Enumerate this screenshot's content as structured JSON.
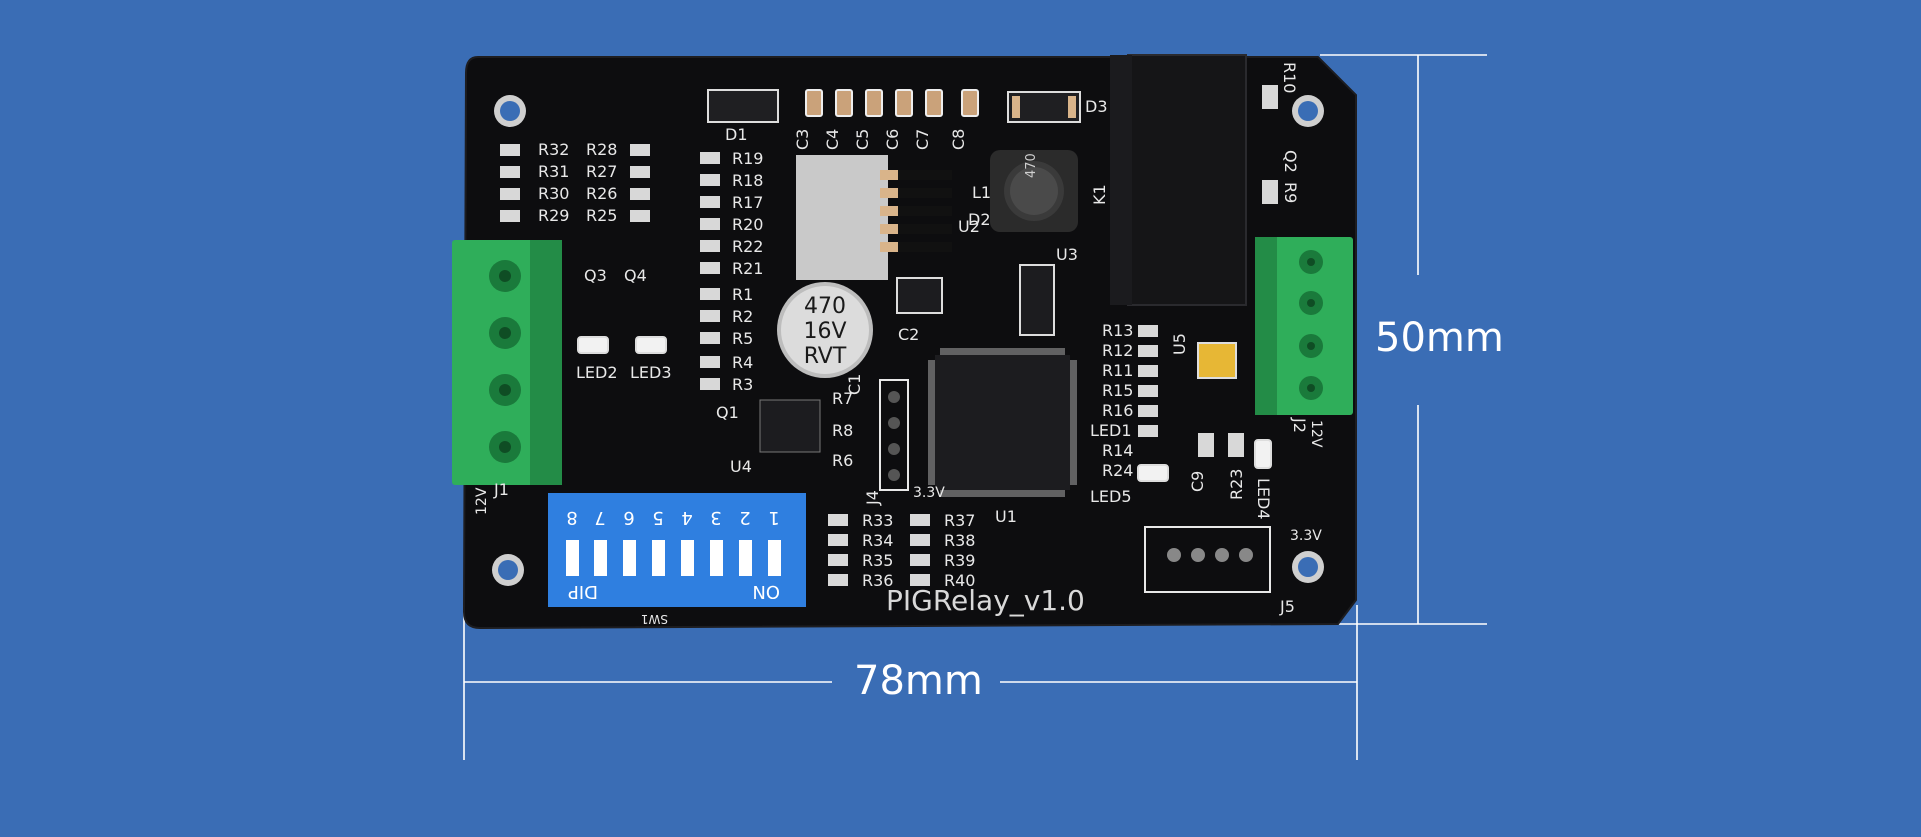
{
  "background_color": "#3a6db5",
  "dimensions": {
    "width_label": "78mm",
    "height_label": "50mm"
  },
  "board": {
    "name": "PIGRelay_v1.0",
    "color": "#0d0d0f",
    "silkscreen_color": "#e8e8e8",
    "connector_color": "#2fae5a",
    "dip_switch_color": "#2f7fe0",
    "labels": {
      "d1": "D1",
      "d2": "D2",
      "d3": "D3",
      "c3": "C3",
      "c4": "C4",
      "c5": "C5",
      "c6": "C6",
      "c7": "C7",
      "c8": "C8",
      "c1": "C1",
      "c2": "C2",
      "c9": "C9",
      "l1": "L1",
      "inductor_value": "470",
      "u1": "U1",
      "u2": "U2",
      "u3": "U3",
      "u4": "U4",
      "u5": "U5",
      "k1": "K1",
      "q1": "Q1",
      "q2": "Q2",
      "q3": "Q3",
      "q4": "Q4",
      "r9": "R9",
      "r10": "R10",
      "r32": "R32",
      "r28": "R28",
      "r31": "R31",
      "r27": "R27",
      "r30": "R30",
      "r26": "R26",
      "r29": "R29",
      "r25": "R25",
      "r19": "R19",
      "r18": "R18",
      "r17": "R17",
      "r20": "R20",
      "r22": "R22",
      "r21": "R21",
      "r1": "R1",
      "r2": "R2",
      "r5": "R5",
      "r4": "R4",
      "r3": "R3",
      "r7": "R7",
      "r8": "R8",
      "r6": "R6",
      "r13": "R13",
      "r12": "R12",
      "r11": "R11",
      "r15": "R15",
      "r16": "R16",
      "r14": "R14",
      "r24": "R24",
      "r23": "R23",
      "r33": "R33",
      "r34": "R34",
      "r35": "R35",
      "r36": "R36",
      "r37": "R37",
      "r38": "R38",
      "r39": "R39",
      "r40": "R40",
      "led1": "LED1",
      "led2": "LED2",
      "led3": "LED3",
      "led4": "LED4",
      "led5": "LED5",
      "j1": "J1",
      "j2": "J2",
      "j4": "J4",
      "j5": "J5",
      "v12_left": "12V",
      "v12_right": "12V",
      "v33_j4": "3.3V",
      "v33_j5": "3.3V",
      "sw1": "SW1",
      "cap_line1": "470",
      "cap_line2": "16V",
      "cap_line3": "RVT",
      "dip_word": "DIP",
      "dip_on": "ON",
      "dip_numbers": [
        "8",
        "7",
        "6",
        "5",
        "4",
        "3",
        "2",
        "1"
      ]
    }
  }
}
